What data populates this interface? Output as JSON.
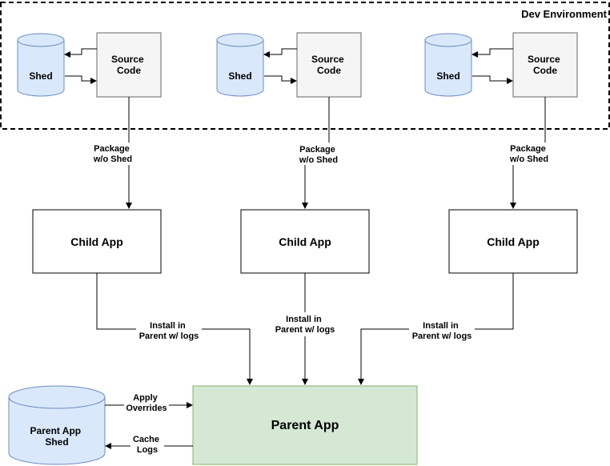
{
  "title": "Dev Environment",
  "colors": {
    "shed_fill": "#dae8fc",
    "shed_stroke": "#6c8ebf",
    "source_fill": "#f5f5f5",
    "source_stroke": "#666666",
    "parent_fill": "#d5e8d4",
    "parent_stroke": "#82b366",
    "child_fill": "#ffffff",
    "line": "#000000"
  },
  "dev": [
    {
      "shed": "Shed",
      "source": [
        "Source",
        "Code"
      ],
      "package": [
        "Package",
        "w/o Shed"
      ]
    },
    {
      "shed": "Shed",
      "source": [
        "Source",
        "Code"
      ],
      "package": [
        "Package",
        "w/o Shed"
      ]
    },
    {
      "shed": "Shed",
      "source": [
        "Source",
        "Code"
      ],
      "package": [
        "Package",
        "w/o Shed"
      ]
    }
  ],
  "children": [
    {
      "label": "Child App",
      "install": [
        "Install in",
        "Parent w/ logs"
      ]
    },
    {
      "label": "Child App",
      "install": [
        "Install in",
        "Parent w/ logs"
      ]
    },
    {
      "label": "Child App",
      "install": [
        "Install in",
        "Parent w/ logs"
      ]
    }
  ],
  "parent": {
    "label": "Parent App"
  },
  "parent_shed": {
    "label": [
      "Parent App",
      "Shed"
    ]
  },
  "apply": [
    "Apply",
    "Overrides"
  ],
  "cache": [
    "Cache",
    "Logs"
  ]
}
